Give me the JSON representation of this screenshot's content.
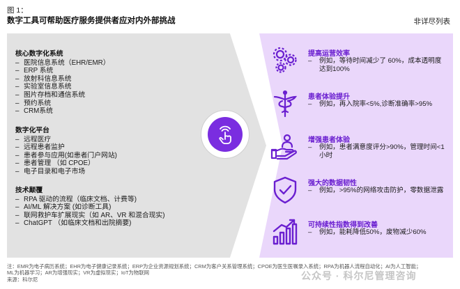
{
  "header": {
    "figure_label": "图 1：",
    "title": "数字工具可帮助医疗服务提供者应对内外部挑战",
    "note": "非详尽列表"
  },
  "left": {
    "sections": [
      {
        "title": "核心数字化系统",
        "items": [
          "医院信息系统（EHR/EMR）",
          "ERP 系统",
          "放射科信息系统",
          "实验室信息系统",
          "图片存档和通信系统",
          "预约系统",
          "CRM系统"
        ]
      },
      {
        "title": "数字化平台",
        "items": [
          "远程医疗",
          "远程患者监护",
          "患者参与应用(如患者门户网站)",
          "患者管理 （如 CPOE）",
          "电子目录和电子市场"
        ]
      },
      {
        "title": "技术颠覆",
        "items": [
          "RPA 驱动的流程（临床文档、计费等)",
          "AI/ML 解决方案 (如诊断工具)",
          "联网救护车扩展现实（如 AR、VR 和混合现实)",
          "ChatGPT （如临床文档和出院摘要)"
        ]
      }
    ],
    "dash": "–"
  },
  "center": {
    "icon": "touch-hand-icon",
    "accent": "#7a2de0"
  },
  "benefits": [
    {
      "icon": "gears-icon",
      "title": "提高运营效率",
      "desc": "例如，等待时间减少了 60%，成本透明度达到100%"
    },
    {
      "icon": "caduceus-icon",
      "title": "患者体验提升",
      "desc": "例如，再入院率<5%,诊断准确率>95%"
    },
    {
      "icon": "hand-person-icon",
      "title": "增强患者体验",
      "desc": "例如，患者满意度评分>90%，管理时间<1小时"
    },
    {
      "icon": "shield-check-icon",
      "title": "强大的数据韧性",
      "desc": "例如，>95%的网络攻击防护，零数据泄露"
    },
    {
      "icon": "growth-chart-icon",
      "title": "可持续性指数得到改善",
      "desc": "例如，能耗降低50%，废物减少60%"
    }
  ],
  "footer": {
    "line1": "注：EMR为电子病历系统；EHR为电子健康记录系统；ERP为企业资源规划系统；CRM为客户关系管理系统；CPOE为医生医嘱录入系统；RPA为机器人流程自动化；AI为人工智能；",
    "line2": "ML为机器学习；AR为增强现实；VR为虚拟现实；IoT为物联网",
    "line3": "来源：科尔尼"
  },
  "watermark": "公众号 · 科尔尼管理咨询",
  "colors": {
    "accent": "#6a1fd0",
    "left_bg": "#e2e2e2",
    "right_bg": "#ead7fb"
  }
}
